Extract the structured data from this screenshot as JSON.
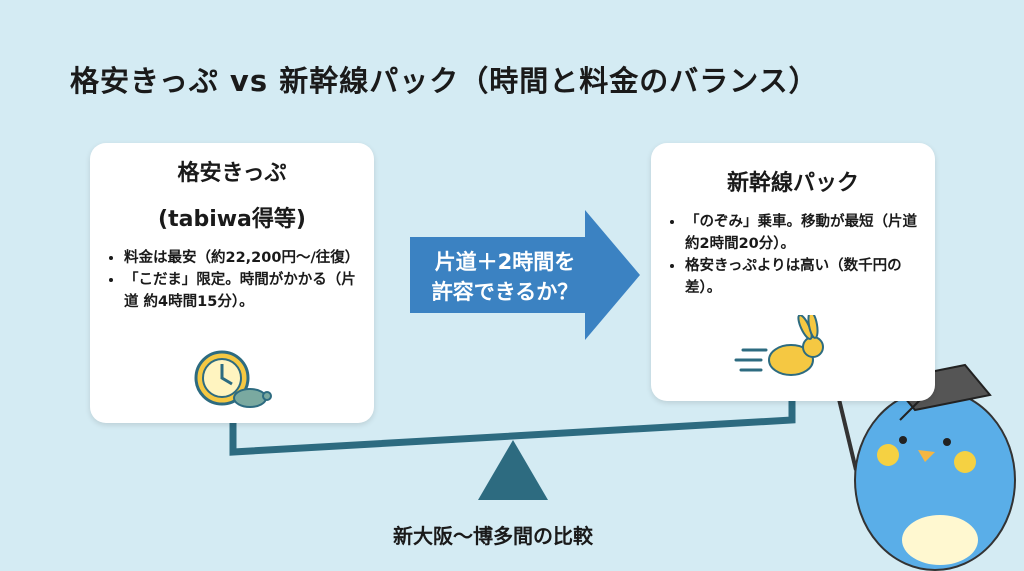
{
  "title": "格安きっぷ vs 新幹線パック（時間と料金のバランス）",
  "left_card": {
    "title_line1": "格安きっぷ",
    "title_line2": "(tabiwa得等)",
    "bullets": [
      "料金は最安（約22,200円〜/往復）",
      "「こだま」限定。時間がかかる（片道 約4時間15分）。"
    ],
    "icon": "clock-turtle-icon"
  },
  "right_card": {
    "title": "新幹線パック",
    "bullets": [
      "「のぞみ」乗車。移動が最短（片道 約2時間20分）。",
      "格安きっぷよりは高い（数千円の差）。"
    ],
    "icon": "running-rabbit-icon"
  },
  "arrow": {
    "line1": "片道＋2時間を",
    "line2": "許容できるか？"
  },
  "caption": "新大阪〜博多間の比較",
  "colors": {
    "background": "#d4ebf3",
    "arrow": "#3b82c2",
    "scale": "#2d6b80",
    "accent_yellow": "#f5c842"
  }
}
